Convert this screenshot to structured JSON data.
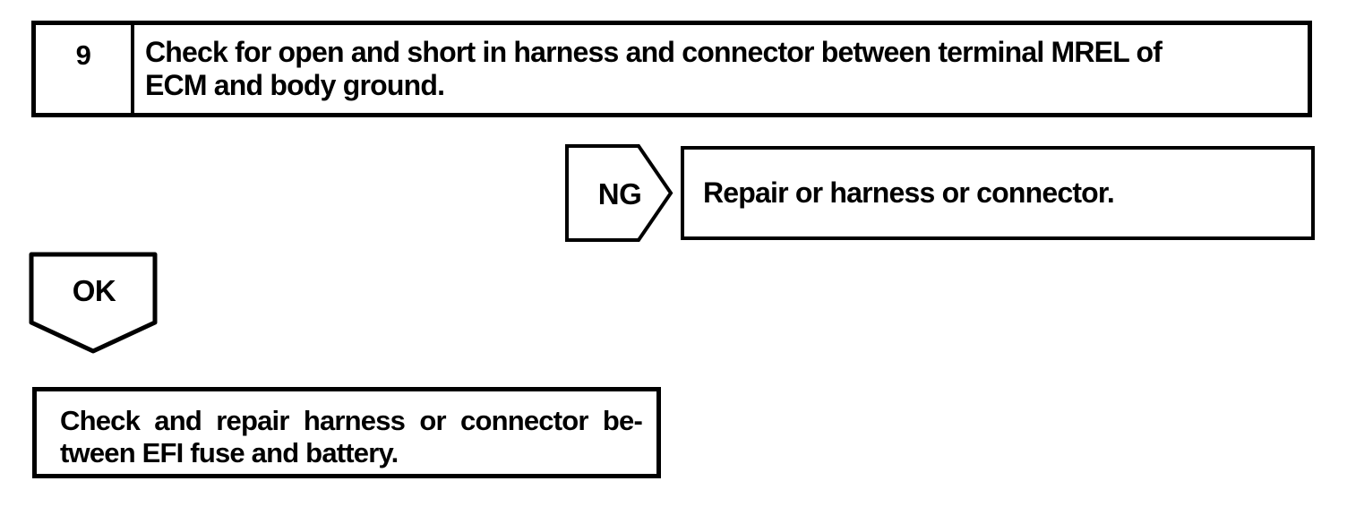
{
  "page": {
    "background_color": "#ffffff",
    "ink_color": "#000000",
    "kind": "diagnostic troubleshooting flowchart"
  },
  "flowchart": {
    "step": {
      "number": "9",
      "instruction_lines": [
        "Check for open and short in harness and connector between terminal MREL of",
        "ECM and body ground."
      ]
    },
    "ng_branch": {
      "connector_label": "NG",
      "result_text": "Repair or harness or connector."
    },
    "ok_branch": {
      "connector_label": "OK",
      "result_lines": [
        "Check and repair harness or connector be-",
        "tween EFI fuse and battery."
      ]
    }
  }
}
